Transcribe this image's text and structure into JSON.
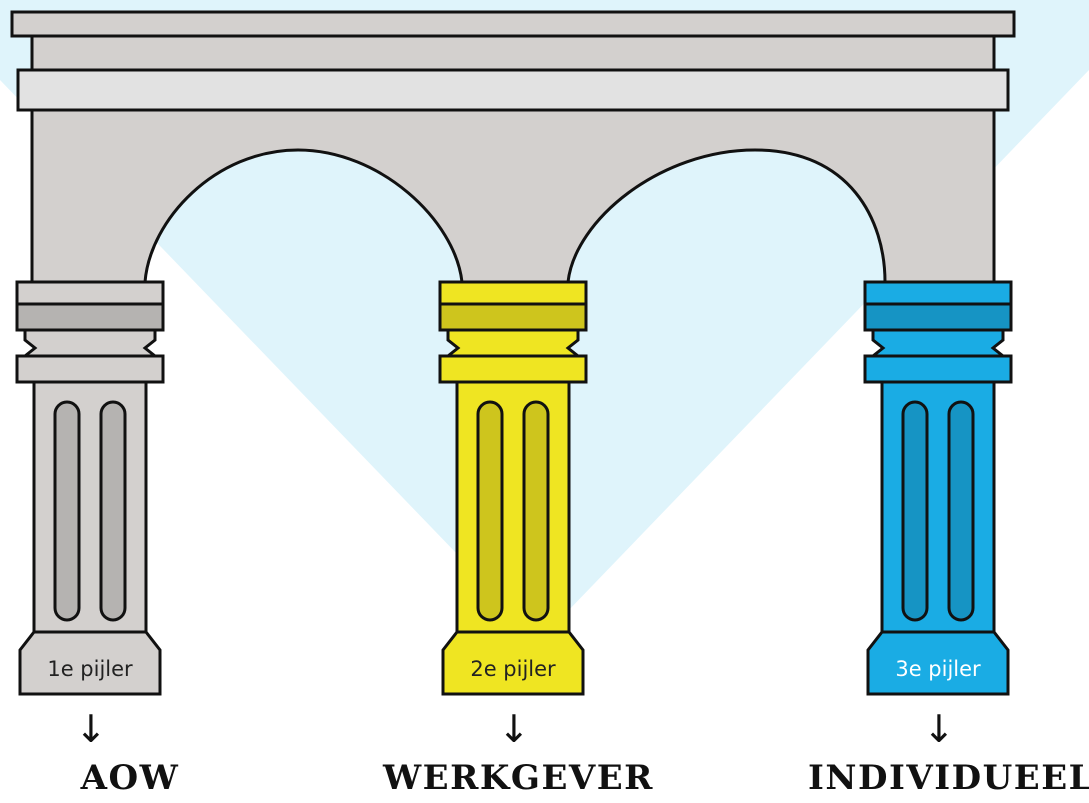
{
  "colors": {
    "background_shape": "#dff4fb",
    "stone": "#d3d0ce",
    "stone_light": "#e2e2e2",
    "stone_dark": "#b9b7b4",
    "yellow": "#efe522",
    "blue": "#1aace4",
    "outline": "#111111"
  },
  "pillars": [
    {
      "label": "1e pijler",
      "category": "AOW",
      "color": "#d3d0ce",
      "label_color": "#222222"
    },
    {
      "label": "2e pijler",
      "category": "WERKGEVER",
      "color": "#efe522",
      "label_color": "#222222"
    },
    {
      "label": "3e pijler",
      "category": "INDIVIDUEEL",
      "color": "#1aace4",
      "label_color": "#ffffff"
    }
  ],
  "arrow_symbol": "↓"
}
